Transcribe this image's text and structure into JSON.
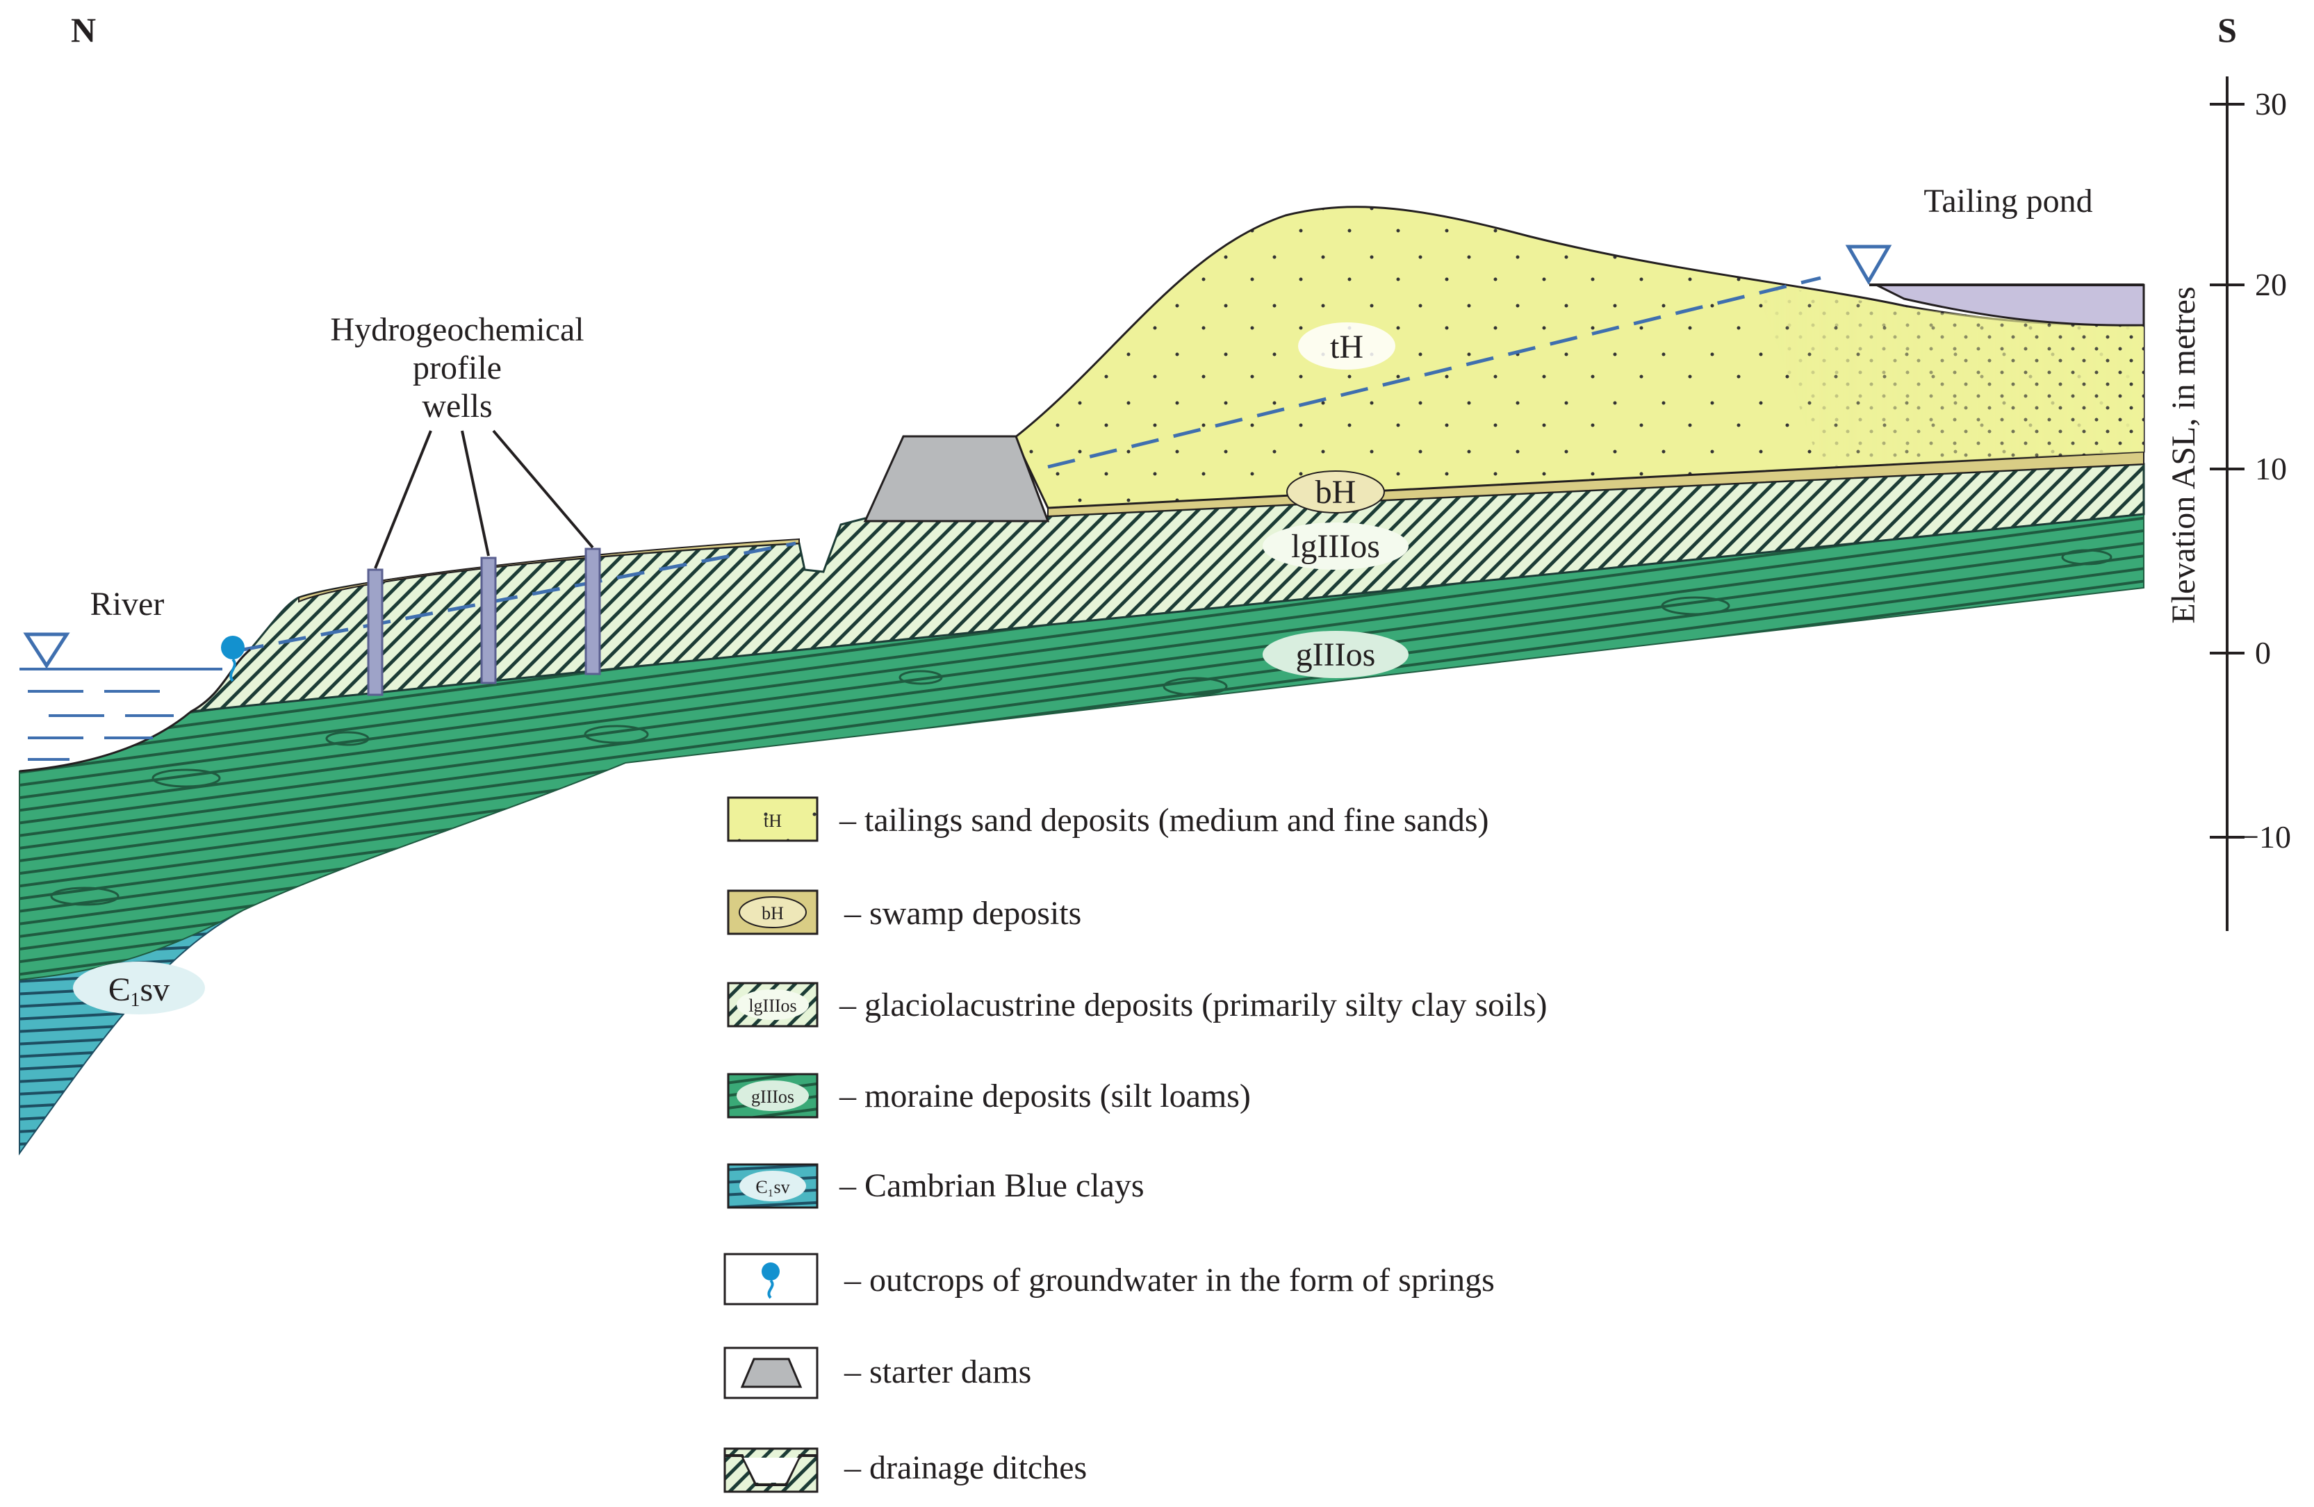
{
  "orientation": {
    "north": "N",
    "south": "S"
  },
  "labels": {
    "river": "River",
    "tailing_pond": "Tailing pond",
    "wells": [
      "Hydrogeochemical",
      "profile",
      "wells"
    ]
  },
  "axis": {
    "title": "Elevation ASL, in metres",
    "ticks": [
      "30",
      "20",
      "10",
      "0",
      "−10"
    ]
  },
  "layers": {
    "tH": "tH",
    "bH": "bH",
    "lgIIIos": "lgIIIos",
    "gIIIos": "gIIIos",
    "cambrian_prefix": "Є",
    "cambrian_sub": "1",
    "cambrian_suffix": "sv"
  },
  "legend": [
    {
      "symbol": "tH",
      "text": "– tailings sand deposits (medium and fine sands)"
    },
    {
      "symbol": "bH",
      "text": "– swamp deposits"
    },
    {
      "symbol": "lgIIIos",
      "text": "– glaciolacustrine deposits (primarily silty clay soils)"
    },
    {
      "symbol": "gIIIos",
      "text": "– moraine deposits (silt loams)"
    },
    {
      "symbol": "Є₁sv",
      "text": "– Cambrian Blue clays"
    },
    {
      "symbol": "spring-icon",
      "text": "– outcrops of groundwater in the form of springs"
    },
    {
      "symbol": "dam-icon",
      "text": "– starter dams"
    },
    {
      "symbol": "ditch-icon",
      "text": "– drainage ditches"
    }
  ],
  "colors": {
    "tailings": "#eef29a",
    "swamp": "#d9cd85",
    "glaciolacustrine": "#e6f4d8",
    "moraine": "#3aa977",
    "cambrian": "#4bb6c2",
    "dam": "#b7b9bb",
    "pond": "#c7c1dd",
    "water_line": "#3f6faf",
    "spring": "#1391cf"
  }
}
